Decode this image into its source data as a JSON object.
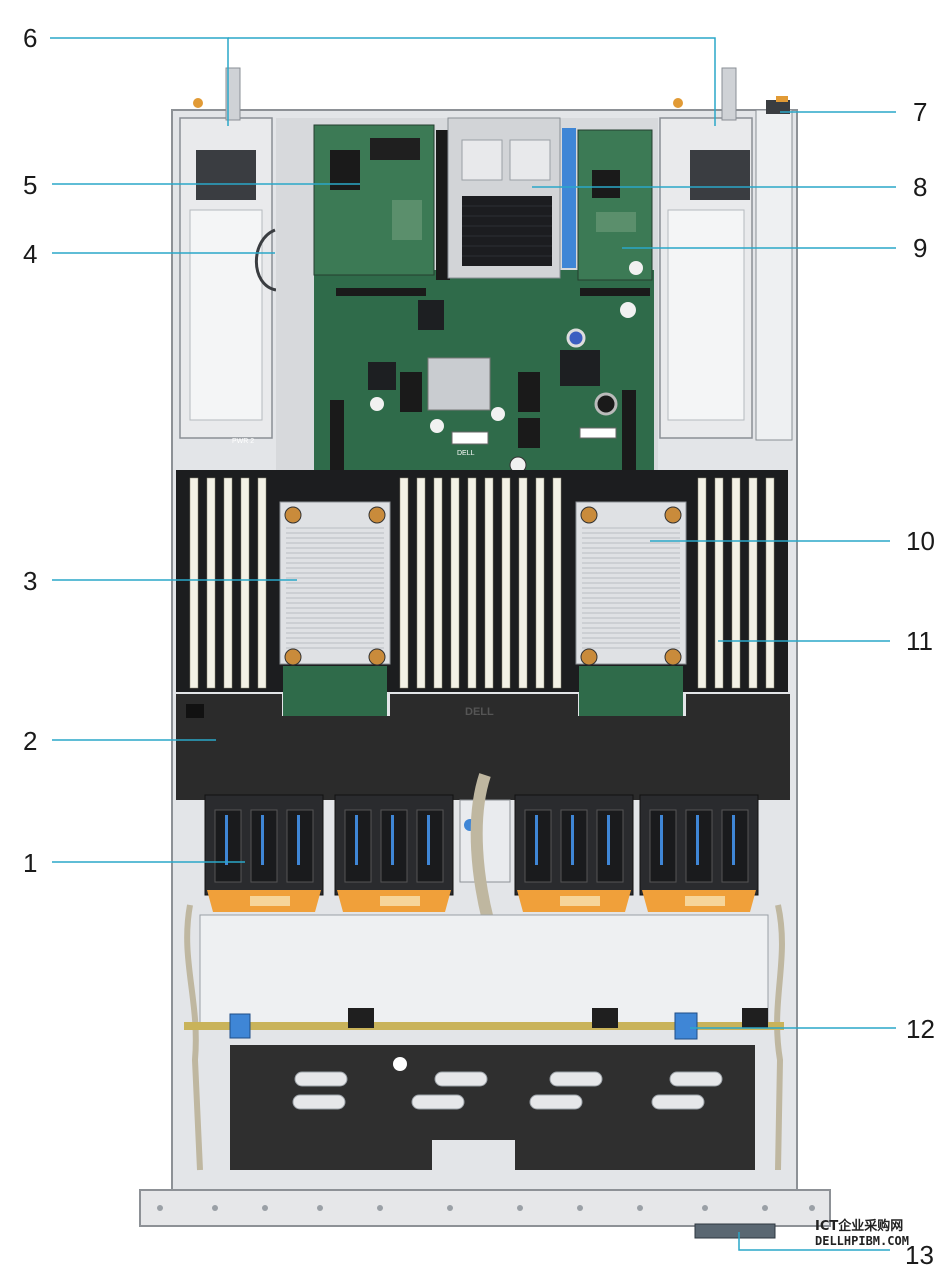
{
  "callouts": [
    {
      "id": "1",
      "label": "1"
    },
    {
      "id": "2",
      "label": "2"
    },
    {
      "id": "3",
      "label": "3"
    },
    {
      "id": "4",
      "label": "4"
    },
    {
      "id": "5",
      "label": "5"
    },
    {
      "id": "6",
      "label": "6"
    },
    {
      "id": "7",
      "label": "7"
    },
    {
      "id": "8",
      "label": "8"
    },
    {
      "id": "9",
      "label": "9"
    },
    {
      "id": "10",
      "label": "10"
    },
    {
      "id": "11",
      "label": "11"
    },
    {
      "id": "12",
      "label": "12"
    },
    {
      "id": "13",
      "label": "13"
    }
  ],
  "chassis": {
    "psu_label": "PWR 2",
    "brand": "DELL",
    "brand_small": "DELL"
  },
  "watermark": {
    "line1": "ICT企业采购网",
    "line2": "DELLHPIBM.COM"
  },
  "colors": {
    "leader_line": "#2aa7c8",
    "board_green": "#2f6b4a",
    "dimm_white": "#f3f1e6",
    "shroud": "#2b2b2b",
    "fan_orange": "#f0a03a",
    "chassis_silver": "#d9dbde",
    "release_tab_blue": "#3f86d6"
  }
}
